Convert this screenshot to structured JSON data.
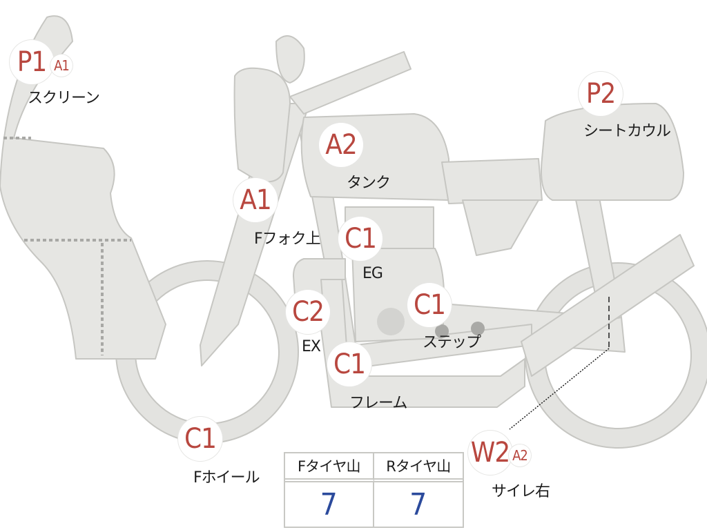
{
  "parts": [
    {
      "id": "screen",
      "code": "P1",
      "subcode": "A1",
      "label": "スクリーン"
    },
    {
      "id": "seat-cowl",
      "code": "P2",
      "label": "シートカウル"
    },
    {
      "id": "tank",
      "code": "A2",
      "label": "タンク"
    },
    {
      "id": "front-fork-upper",
      "code": "A1",
      "label": "Fフォク上"
    },
    {
      "id": "engine",
      "code": "C1",
      "label": "EG"
    },
    {
      "id": "exhaust",
      "code": "C2",
      "label": "EX"
    },
    {
      "id": "step",
      "code": "C1",
      "label": "ステップ"
    },
    {
      "id": "frame",
      "code": "C1",
      "label": "フレーム"
    },
    {
      "id": "front-wheel",
      "code": "C1",
      "label": "Fホイール"
    },
    {
      "id": "silencer-right",
      "code": "W2",
      "subcode": "A2",
      "label": "サイレ右"
    }
  ],
  "tread_table": {
    "headers": [
      "Fタイヤ山",
      "Rタイヤ山"
    ],
    "values": [
      "7",
      "7"
    ]
  },
  "colors": {
    "body_fill": "#e6e6e3",
    "outline": "#c6c6c2",
    "code_text": "#b8473f",
    "value_text": "#2b4a9c"
  }
}
